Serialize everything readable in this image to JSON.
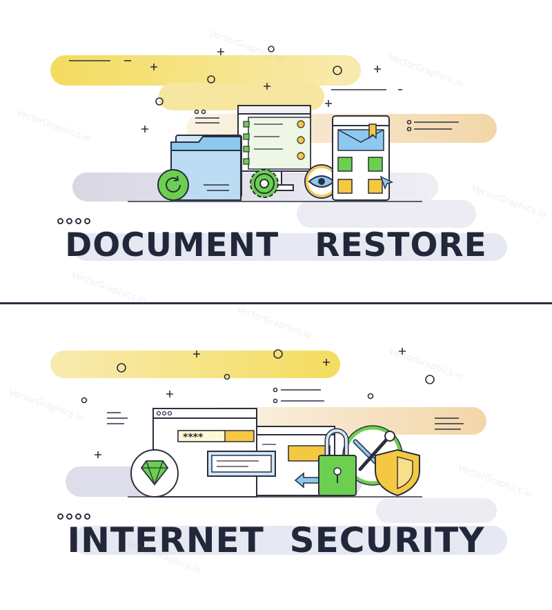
{
  "banners": [
    {
      "title": "DOCUMENT   RESTORE"
    },
    {
      "title": "INTERNET  SECURITY",
      "password_mask": "****"
    }
  ],
  "watermark": "VectorGraphics.io",
  "colors": {
    "yellow": "#f4dc5e",
    "peach": "#f2d6a8",
    "lavender": "#d9d9e6",
    "ink": "#23273a",
    "green": "#6ccf4f",
    "blue": "#8cc8ef",
    "gold": "#f5c842"
  }
}
